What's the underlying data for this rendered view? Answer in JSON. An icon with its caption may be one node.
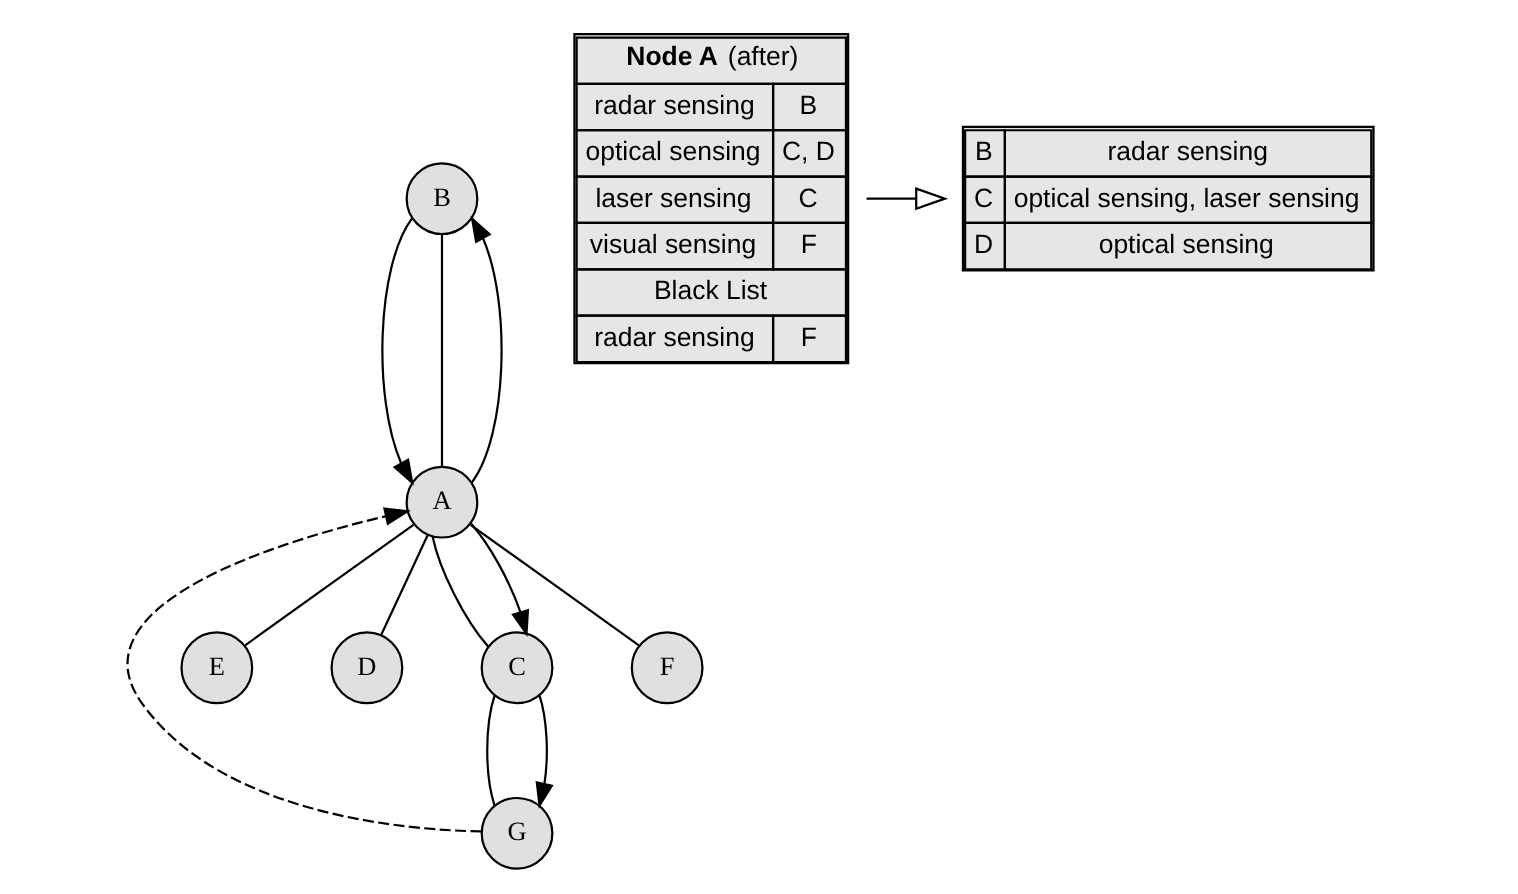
{
  "diagram": {
    "nodes": [
      {
        "text": [
          "B"
        ]
      },
      {
        "text": [
          "E"
        ]
      },
      {
        "text": [
          "G"
        ]
      },
      {
        "text": [
          "D"
        ]
      },
      {
        "text": [
          "A"
        ]
      },
      {
        "text": [
          "C"
        ]
      },
      {
        "text": [
          "F"
        ]
      },
      {
        "text": [
          "**Node A** (after)",
          "radar sensing",
          "B",
          "optical sensing",
          "C, D",
          "laser sensing",
          "C",
          "visual sensing",
          "F",
          "Black List",
          "radar sensing",
          "F"
        ]
      },
      {
        "text": [
          "B",
          "radar sensing",
          "C",
          "optical sensing, laser sensing",
          "D",
          "optical sensing"
        ]
      }
    ],
    "edges": [
      {
        "from": 4,
        "to": 0,
        "arrow": "none"
      },
      {
        "from": 4,
        "to": 1,
        "arrow": "none"
      },
      {
        "from": 4,
        "to": 3,
        "arrow": "none"
      },
      {
        "from": 4,
        "to": 6,
        "arrow": "none"
      },
      {
        "from": 4,
        "to": 5,
        "arrow": "none"
      },
      {
        "from": 5,
        "to": 2,
        "arrow": "none"
      },
      {
        "from": 2,
        "to": 4,
        "arrow": "to",
        "style": "dashed"
      },
      {
        "from": 0,
        "to": 4,
        "arrow": "to"
      },
      {
        "from": 4,
        "to": 0,
        "arrow": "to"
      },
      {
        "from": 4,
        "to": 5,
        "arrow": "to"
      },
      {
        "from": 5,
        "to": 2,
        "arrow": "to"
      },
      {
        "from": 7,
        "to": 8,
        "arrow": "to"
      }
    ]
  }
}
